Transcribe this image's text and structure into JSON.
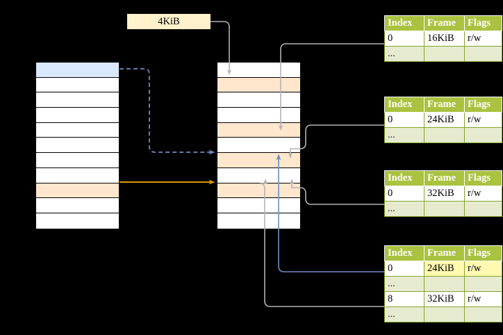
{
  "diagram": {
    "title": "page-table-walk-diagram",
    "background_color": "#000000",
    "label_box": {
      "text": "4KiB",
      "fill": "#fff2cc"
    },
    "virtual_memory_column": {
      "name": "virtual-address-space-column",
      "row_count": 11,
      "rows": [
        {
          "index": 0,
          "fill": "#dae8fc",
          "state": "selected-blue"
        },
        {
          "index": 1,
          "fill": "#ffffff",
          "state": "empty"
        },
        {
          "index": 2,
          "fill": "#ffffff",
          "state": "empty"
        },
        {
          "index": 3,
          "fill": "#ffffff",
          "state": "empty"
        },
        {
          "index": 4,
          "fill": "#ffffff",
          "state": "empty"
        },
        {
          "index": 5,
          "fill": "#ffffff",
          "state": "empty"
        },
        {
          "index": 6,
          "fill": "#ffffff",
          "state": "empty"
        },
        {
          "index": 7,
          "fill": "#ffffff",
          "state": "empty"
        },
        {
          "index": 8,
          "fill": "#ffe6cc",
          "state": "selected-orange"
        },
        {
          "index": 9,
          "fill": "#ffffff",
          "state": "empty"
        },
        {
          "index": 10,
          "fill": "#ffffff",
          "state": "empty"
        }
      ]
    },
    "physical_memory_column": {
      "name": "physical-memory-column",
      "row_count": 11,
      "rows": [
        {
          "index": 0,
          "fill": "#ffffff",
          "state": "empty"
        },
        {
          "index": 1,
          "fill": "#ffe6cc",
          "state": "mapped"
        },
        {
          "index": 2,
          "fill": "#ffffff",
          "state": "empty"
        },
        {
          "index": 3,
          "fill": "#ffffff",
          "state": "empty"
        },
        {
          "index": 4,
          "fill": "#ffe6cc",
          "state": "mapped"
        },
        {
          "index": 5,
          "fill": "#ffffff",
          "state": "empty"
        },
        {
          "index": 6,
          "fill": "#ffe6cc",
          "state": "mapped"
        },
        {
          "index": 7,
          "fill": "#ffffff",
          "state": "empty"
        },
        {
          "index": 8,
          "fill": "#ffe6cc",
          "state": "mapped"
        },
        {
          "index": 9,
          "fill": "#ffffff",
          "state": "empty"
        },
        {
          "index": 10,
          "fill": "#ffffff",
          "state": "empty"
        }
      ]
    },
    "colors": {
      "header_green": "#a9c23f",
      "alt_row_green": "#e6ebd0",
      "highlight_yellow": "#fff9b1",
      "blue_accent": "#6c8ebf",
      "orange_accent": "#d79b00",
      "peach_fill": "#ffe6cc",
      "blue_fill": "#dae8fc"
    },
    "tables": [
      {
        "name": "page-table-level-1",
        "headers": [
          "Index",
          "Frame",
          "Flags"
        ],
        "rows": [
          {
            "cells": [
              "0",
              "16KiB",
              "r/w"
            ],
            "alt": false,
            "highlight": []
          },
          {
            "cells": [
              "...",
              "",
              ""
            ],
            "alt": true,
            "highlight": []
          }
        ]
      },
      {
        "name": "page-table-level-2",
        "headers": [
          "Index",
          "Frame",
          "Flags"
        ],
        "rows": [
          {
            "cells": [
              "0",
              "24KiB",
              "r/w"
            ],
            "alt": false,
            "highlight": []
          },
          {
            "cells": [
              "...",
              "",
              ""
            ],
            "alt": true,
            "highlight": []
          }
        ]
      },
      {
        "name": "page-table-level-3",
        "headers": [
          "Index",
          "Frame",
          "Flags"
        ],
        "rows": [
          {
            "cells": [
              "0",
              "32KiB",
              "r/w"
            ],
            "alt": false,
            "highlight": []
          },
          {
            "cells": [
              "...",
              "",
              ""
            ],
            "alt": true,
            "highlight": []
          }
        ]
      },
      {
        "name": "page-table-level-4",
        "headers": [
          "Index",
          "Frame",
          "Flags"
        ],
        "rows": [
          {
            "cells": [
              "0",
              "24KiB",
              "r/w"
            ],
            "alt": false,
            "highlight": [
              1,
              2
            ]
          },
          {
            "cells": [
              "...",
              "",
              ""
            ],
            "alt": true,
            "highlight": []
          },
          {
            "cells": [
              "8",
              "32KiB",
              "r/w"
            ],
            "alt": false,
            "highlight": []
          },
          {
            "cells": [
              "...",
              "",
              ""
            ],
            "alt": true,
            "highlight": []
          }
        ]
      }
    ]
  }
}
